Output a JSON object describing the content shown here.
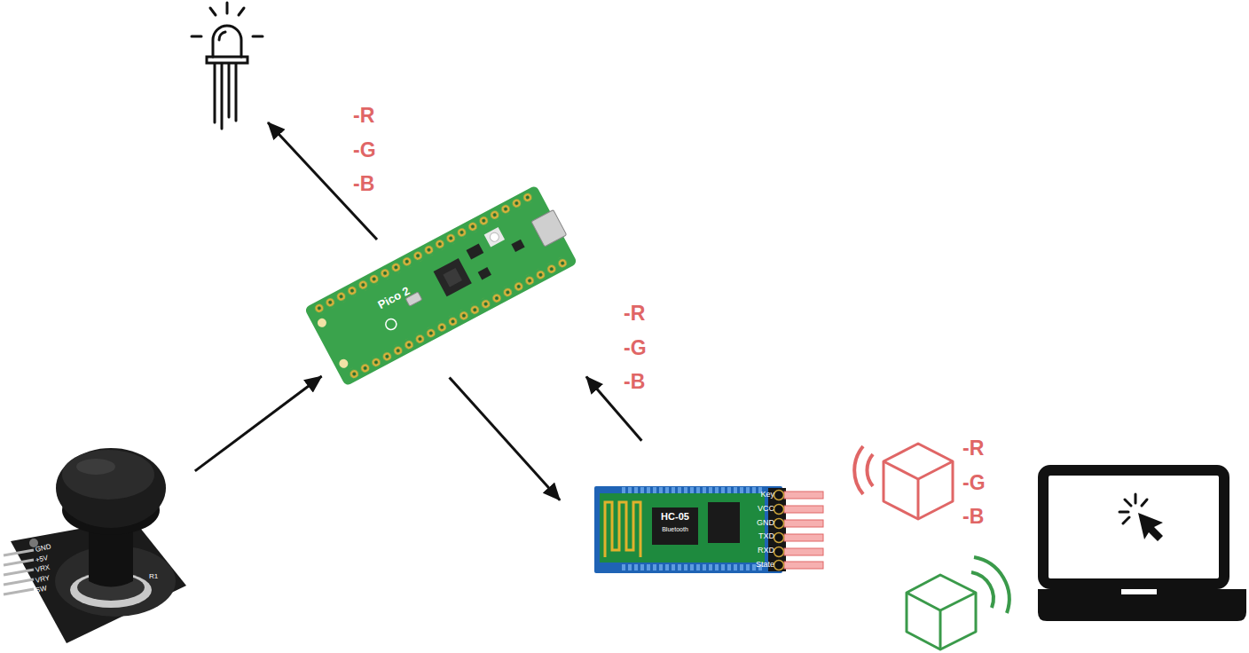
{
  "diagram": {
    "nodes": [
      {
        "text": [
          "Pico 2"
        ]
      },
      {
        "text": [
          "GND",
          "+5V",
          "VRX",
          "VRY",
          "SW"
        ]
      },
      {
        "text": [
          "HC-05",
          "Bluetooth",
          "Key",
          "VCC",
          "GND",
          "TXD",
          "RXD",
          "State"
        ]
      }
    ],
    "edges": [
      {
        "from": 1,
        "to": 0,
        "arrow": "to"
      },
      {
        "from": 0,
        "to": 2,
        "arrow": "to"
      },
      {
        "from": 2,
        "to": 0,
        "arrow": "to",
        "label": "-R -G -B"
      }
    ],
    "labels": [
      "-R -G -B",
      "-R -G -B",
      "R1"
    ]
  }
}
